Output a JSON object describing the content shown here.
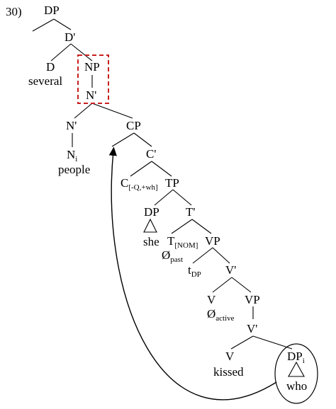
{
  "example_number": "30)",
  "nodes": {
    "dp_root": "DP",
    "d_bar": "D'",
    "d_head": "D",
    "d_word": "several",
    "np": "NP",
    "n_bar_upper": "N'",
    "n_bar_lower": "N'",
    "n_head": "N",
    "n_head_index": "i",
    "n_word": "people",
    "cp": "CP",
    "c_bar": "C'",
    "c_head": "C",
    "c_features": "[-Q,+wh]",
    "tp": "TP",
    "dp_subject": "DP",
    "subject_word": "she",
    "t_bar": "T'",
    "t_head": "T",
    "t_features": "[NOM]",
    "t_null": "Ø",
    "t_null_sub": "past",
    "vp_upper": "VP",
    "trace": "t",
    "trace_sub": "DP",
    "v_bar_upper": "V'",
    "v_upper": "V",
    "v_null": "Ø",
    "v_null_sub": "active",
    "vp_lower": "VP",
    "v_bar_lower": "V'",
    "v_lower": "V",
    "verb_word": "kissed",
    "dp_object": "DP",
    "dp_object_index": "i",
    "object_word": "who"
  },
  "colors": {
    "highlight_box": "#c81e1e",
    "ink": "#000000"
  }
}
